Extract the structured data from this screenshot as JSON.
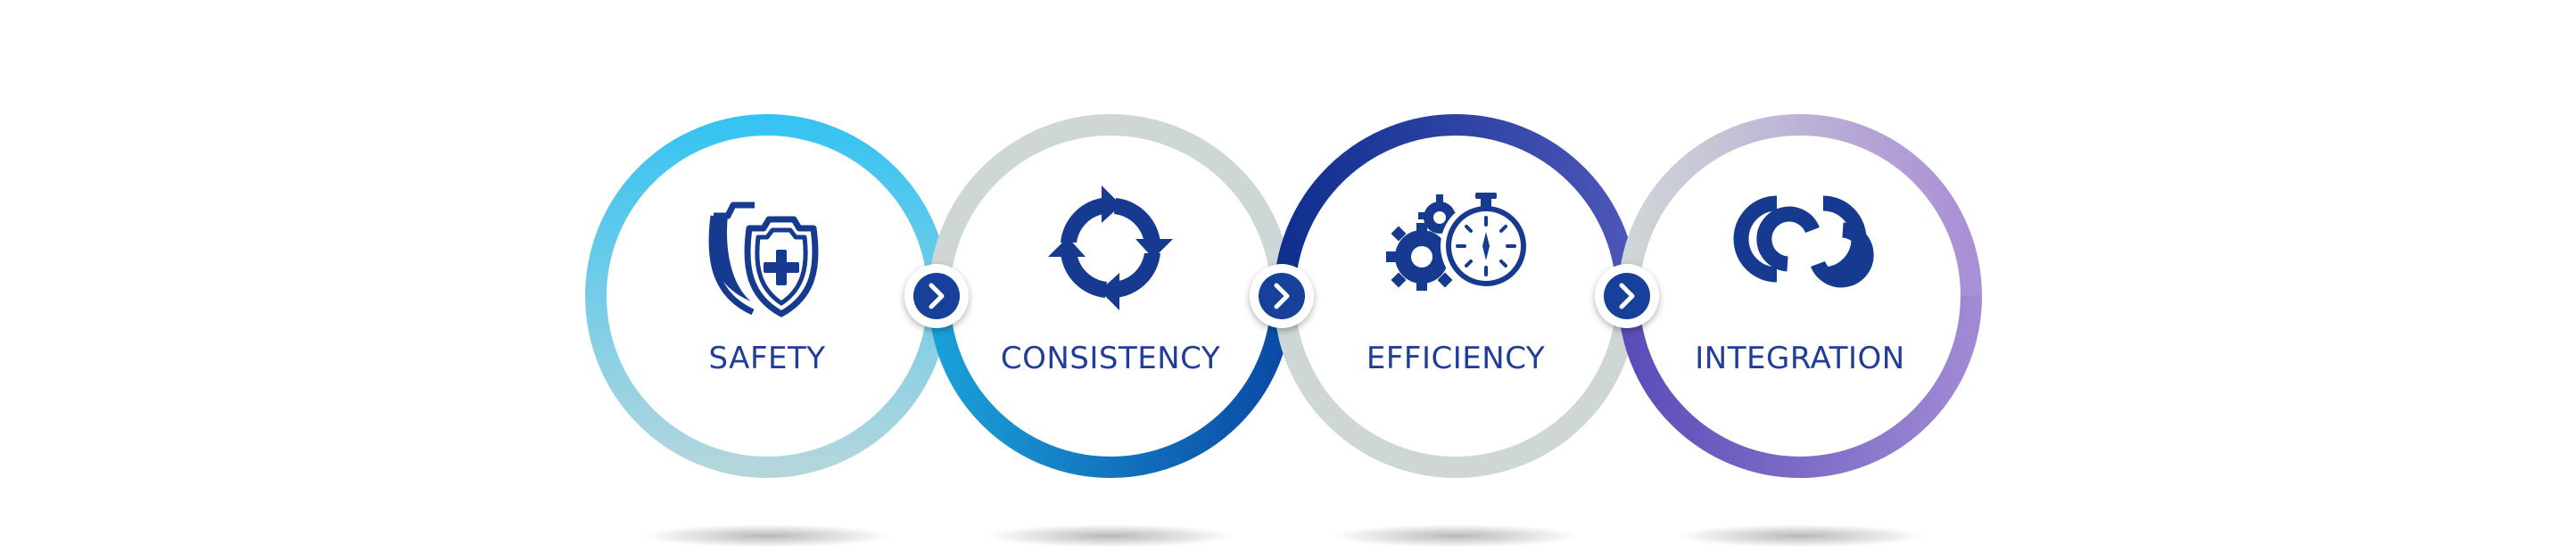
{
  "steps": [
    {
      "label": "SAFETY",
      "icon": "shield-plus-icon"
    },
    {
      "label": "CONSISTENCY",
      "icon": "cycle-arrows-icon"
    },
    {
      "label": "EFFICIENCY",
      "icon": "gears-stopwatch-icon"
    },
    {
      "label": "INTEGRATION",
      "icon": "linked-rings-icon"
    }
  ],
  "connectors": [
    {
      "icon": "chevron-right-icon"
    },
    {
      "icon": "chevron-right-icon"
    },
    {
      "icon": "chevron-right-icon"
    }
  ],
  "colors": {
    "label": "#1f3d99",
    "icon": "#153a8f",
    "ring_gray": "#cfd6d6",
    "safety_ring": [
      "#37c3f2",
      "#b3d6dd"
    ],
    "consistency_ring": [
      "#1aa0d8",
      "#0a4aa6"
    ],
    "efficiency_ring": [
      "#0f2f8f",
      "#4c56b8"
    ],
    "integration_ring": [
      "#6a5cc0",
      "#9a84d0"
    ],
    "badge": "#163f9a"
  }
}
